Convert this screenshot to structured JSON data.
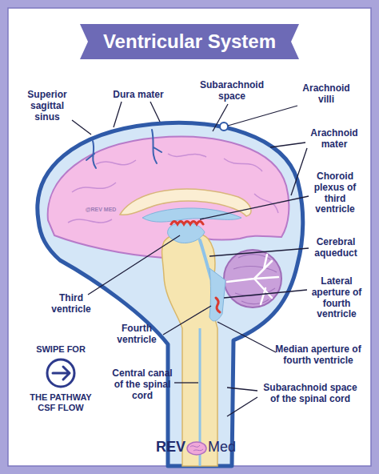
{
  "diagram": {
    "title": "Ventricular System",
    "labels": [
      "Superior sagittal sinus",
      "Dura mater",
      "Subarachnoid space",
      "Arachnoid villi",
      "Arachnoid mater",
      "@REV MED",
      "Choroid plexus of third ventricle",
      "Cerebral aqueduct",
      "Lateral aperture of fourth ventricle",
      "Third ventricle",
      "Fourth ventricle",
      "Median aperture of fourth ventricle",
      "SWIPE FOR",
      "Central canal of the spinal cord",
      "Subarachnoid space of the spinal cord",
      "THE PATHWAY CSF FLOW",
      "REV",
      "Med"
    ]
  }
}
